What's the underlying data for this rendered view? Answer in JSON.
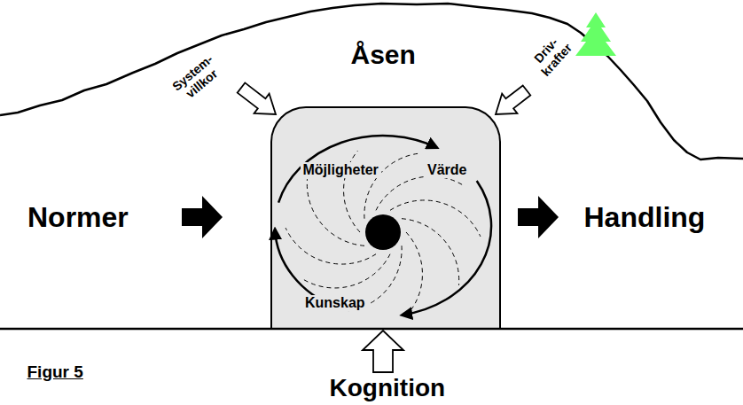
{
  "diagram": {
    "caption": "Figur 5",
    "nodes": [
      {
        "text": [
          "Åsen"
        ]
      },
      {
        "text": [
          "Möjligheter",
          "Värde",
          "Kunskap"
        ],
        "in": 0
      }
    ],
    "labels": [
      "System- villkor",
      "Driv- krafter",
      "Normer",
      "Handling",
      "Kognition"
    ]
  }
}
